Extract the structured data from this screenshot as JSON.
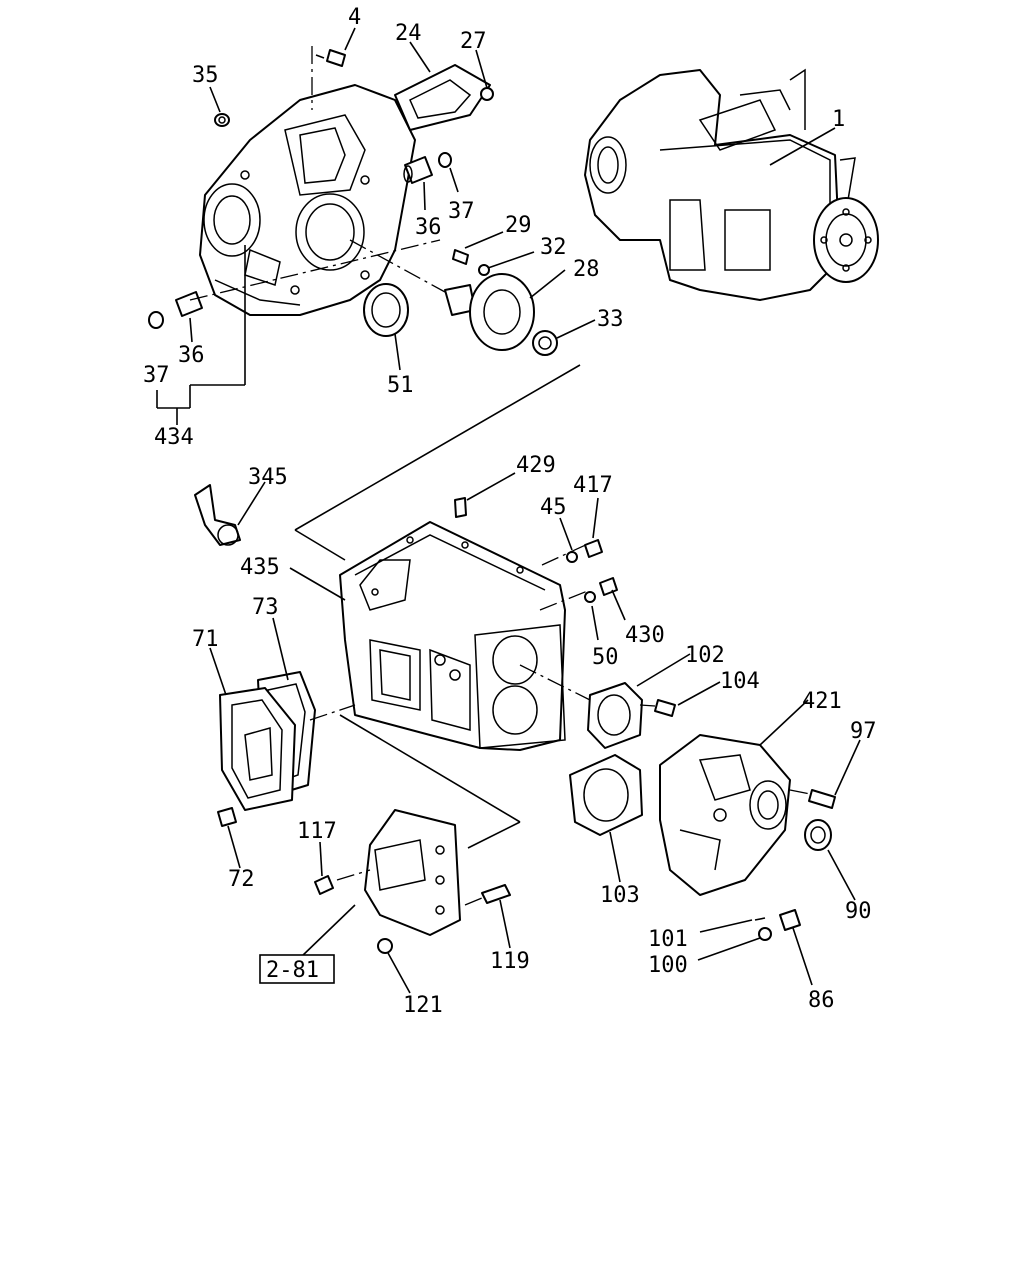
{
  "callouts": [
    {
      "id": "c4",
      "text": "4"
    },
    {
      "id": "c24",
      "text": "24"
    },
    {
      "id": "c27",
      "text": "27"
    },
    {
      "id": "c35",
      "text": "35"
    },
    {
      "id": "c1",
      "text": "1"
    },
    {
      "id": "c36a",
      "text": "36"
    },
    {
      "id": "c37a",
      "text": "37"
    },
    {
      "id": "c29",
      "text": "29"
    },
    {
      "id": "c32",
      "text": "32"
    },
    {
      "id": "c28",
      "text": "28"
    },
    {
      "id": "c33",
      "text": "33"
    },
    {
      "id": "c36b",
      "text": "36"
    },
    {
      "id": "c37b",
      "text": "37"
    },
    {
      "id": "c51",
      "text": "51"
    },
    {
      "id": "c434",
      "text": "434"
    },
    {
      "id": "c345",
      "text": "345"
    },
    {
      "id": "c429",
      "text": "429"
    },
    {
      "id": "c417",
      "text": "417"
    },
    {
      "id": "c45",
      "text": "45"
    },
    {
      "id": "c435",
      "text": "435"
    },
    {
      "id": "c73",
      "text": "73"
    },
    {
      "id": "c71",
      "text": "71"
    },
    {
      "id": "c430",
      "text": "430"
    },
    {
      "id": "c50",
      "text": "50"
    },
    {
      "id": "c102",
      "text": "102"
    },
    {
      "id": "c104",
      "text": "104"
    },
    {
      "id": "c421",
      "text": "421"
    },
    {
      "id": "c97",
      "text": "97"
    },
    {
      "id": "c117",
      "text": "117"
    },
    {
      "id": "c72",
      "text": "72"
    },
    {
      "id": "c103",
      "text": "103"
    },
    {
      "id": "c90",
      "text": "90"
    },
    {
      "id": "c101",
      "text": "101"
    },
    {
      "id": "c100",
      "text": "100"
    },
    {
      "id": "c119",
      "text": "119"
    },
    {
      "id": "c121",
      "text": "121"
    },
    {
      "id": "c86",
      "text": "86"
    }
  ],
  "reference_box": {
    "text": "2-81"
  }
}
